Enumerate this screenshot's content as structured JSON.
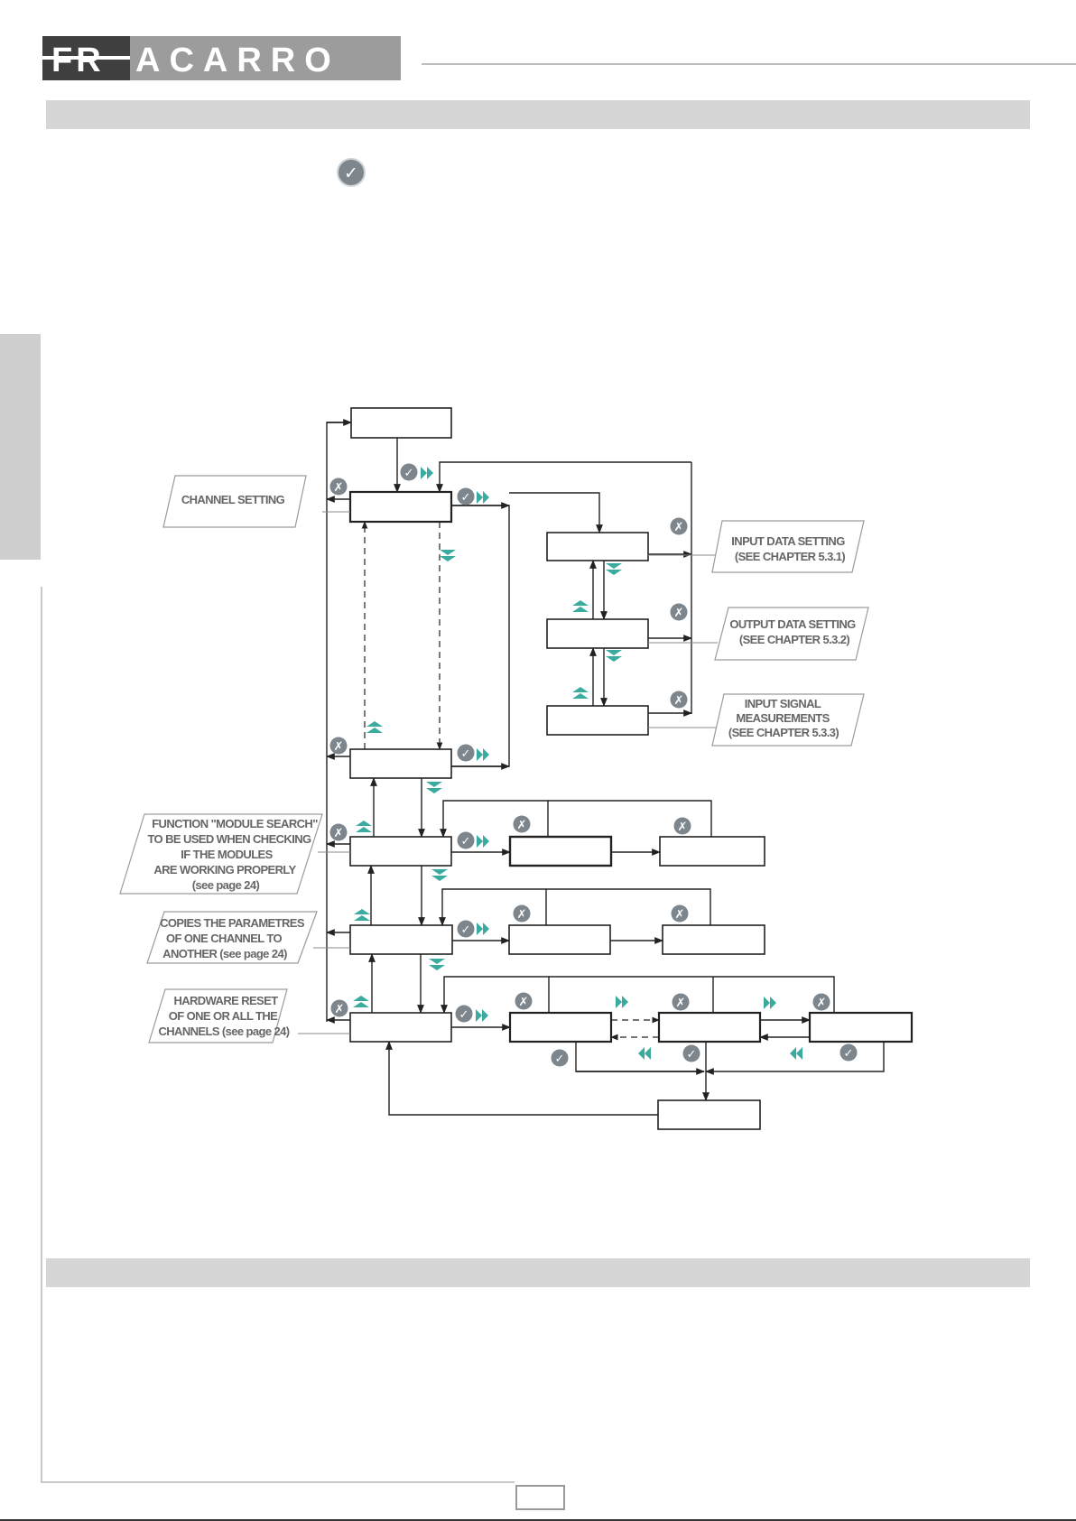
{
  "header": {
    "logo_text": "FRACARRO",
    "logo_dark_part": "FR",
    "logo_light_part": "ACARRO"
  },
  "icons": {
    "intro_confirm": "check-circle-icon",
    "confirm": "check-circle-icon",
    "cancel": "cross-circle-icon",
    "forward": "double-arrow-right-icon",
    "backward": "double-arrow-left-icon",
    "up": "double-arrow-up-icon",
    "down": "double-arrow-down-icon"
  },
  "colors": {
    "accent_teal": "#3aab9e",
    "icon_gray": "#7d868d",
    "bar_gray": "#d6d6d6",
    "line": "#222222",
    "note_text": "#666666"
  },
  "notes": {
    "channel_setting": [
      "CHANNEL SETTING"
    ],
    "input_data": [
      "INPUT DATA SETTING",
      "(SEE CHAPTER 5.3.1)"
    ],
    "output_data": [
      "OUTPUT DATA SETTING",
      "(SEE CHAPTER 5.3.2)"
    ],
    "input_signal": [
      "INPUT SIGNAL",
      "MEASUREMENTS",
      "(SEE CHAPTER 5.3.3)"
    ],
    "module_search": [
      "FUNCTION \"MODULE SEARCH\"",
      "TO BE USED WHEN CHECKING",
      "IF THE MODULES",
      "ARE WORKING  PROPERLY",
      "(see page 24)"
    ],
    "copy_params": [
      "COPIES THE PARAMETRES",
      "OF ONE CHANNEL TO",
      "ANOTHER (see page 24)"
    ],
    "hardware_reset": [
      "HARDWARE RESET",
      "OF ONE OR ALL THE",
      "CHANNELS (see page 24)"
    ]
  }
}
